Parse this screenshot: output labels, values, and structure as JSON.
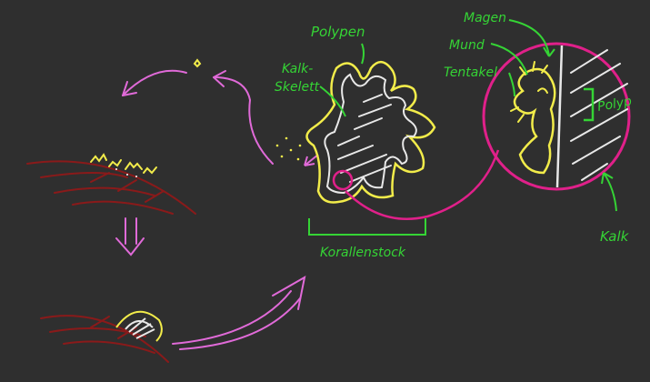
{
  "labels": {
    "polypen": "Polypen",
    "kalkskelett_line1": "Kalk-",
    "kalkskelett_line2": "Skelett",
    "korallenstock": "Korallenstock",
    "magen": "Magen",
    "mund": "Mund",
    "tentakel": "Tentakel",
    "polyp": "Polyp",
    "kalk": "Kalk"
  },
  "colors": {
    "background": "#2f2f2f",
    "annotation_green": "#35d435",
    "polyp_yellow": "#f2ec4a",
    "magnifier_magenta": "#e0208a",
    "cycle_arrow_pink": "#e06ad8",
    "seabed_red": "#8a1a1a",
    "skeleton_white": "#e8e8e8"
  }
}
